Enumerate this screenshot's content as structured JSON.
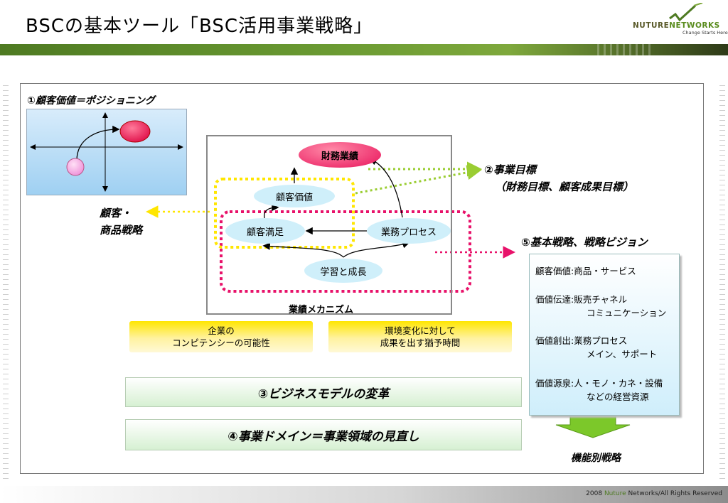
{
  "header": {
    "title": "BSCの基本ツール「BSC活用事業戦略」",
    "logo": {
      "name_part1": "NUTURE",
      "name_part2": "NETWORKS",
      "tagline": "Change Starts Here"
    }
  },
  "positioning": {
    "title": "①顧客価値＝ポジショニング"
  },
  "customer_strategy": {
    "line1": "顧客・",
    "line2": "商品戦略"
  },
  "mechanism": {
    "label": "業績メカニズム",
    "nodes": {
      "financial": "財務業績",
      "customer_value": "顧客価値",
      "customer_satisfaction": "顧客満足",
      "business_process": "業務プロセス",
      "learning_growth": "学習と成長"
    }
  },
  "competency": {
    "line1": "企業の",
    "line2": "コンピテンシーの可能性"
  },
  "environment": {
    "line1": "環境変化に対して",
    "line2": "成果を出す猶予時間"
  },
  "business_model": "③ビジネスモデルの変革",
  "domain_review": "④事業ドメイン＝事業領域の見直し",
  "business_goals": {
    "title": "②事業目標",
    "subtitle": "（財務目標、顧客成果目標）"
  },
  "vision": {
    "title": "⑤基本戦略、戦略ビジョン",
    "rows": [
      {
        "line1": "顧客価値:商品・サービス",
        "line2": ""
      },
      {
        "line1": "価値伝達:販売チャネル",
        "line2": "コミュニケーション"
      },
      {
        "line1": "価値創出:業務プロセス",
        "line2": "メイン、サポート"
      },
      {
        "line1": "価値源泉:人・モノ・カネ・設備",
        "line2": "などの経営資源"
      }
    ]
  },
  "functional_strategy": "機能別戦略",
  "footer": {
    "year": "2008",
    "brand": "Nuture",
    "rights": "Networks/All Rights Reserved"
  },
  "colors": {
    "brand_green": "#4e7a22",
    "financial_node": "#e8125a",
    "node_fill": "#cfeffa",
    "yellow_dotted": "#ffe600",
    "magenta_dotted": "#e8126a",
    "green_dotted": "#9acd32",
    "arrow_green": "#7cc82a"
  }
}
